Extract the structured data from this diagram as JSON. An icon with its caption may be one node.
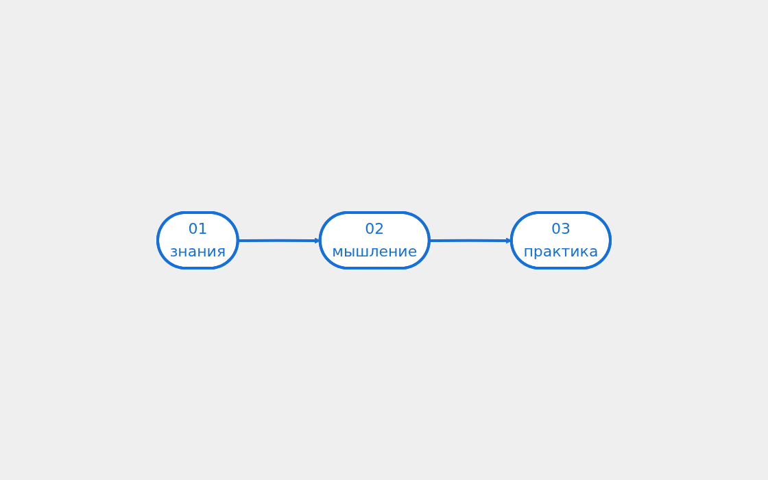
{
  "diagram": {
    "nodes": [
      {
        "text": [
          "01",
          "знания"
        ]
      },
      {
        "text": [
          "02",
          "мышление"
        ]
      },
      {
        "text": [
          "03",
          "практика"
        ]
      }
    ],
    "edges": [
      {
        "from": 0,
        "to": 1,
        "arrow": "to"
      },
      {
        "from": 1,
        "to": 2,
        "arrow": "to"
      }
    ]
  }
}
